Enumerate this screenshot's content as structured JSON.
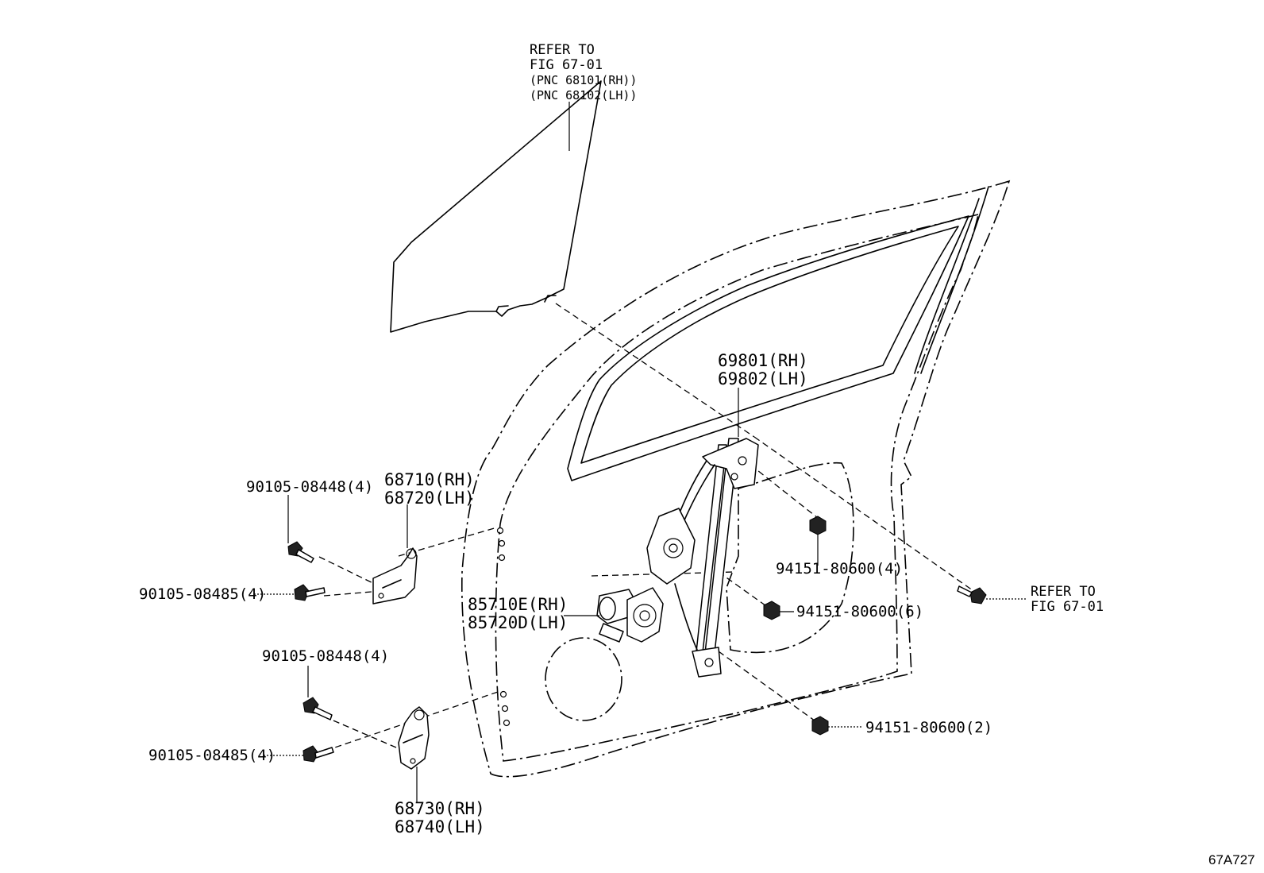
{
  "figure_id": "67A727",
  "callouts": {
    "glass_ref": {
      "line1": "REFER TO",
      "line2": "FIG 67-01",
      "line3": "(PNC 68101(RH))",
      "line4": "(PNC 68102(LH))"
    },
    "regulator": {
      "rh": "69801(RH)",
      "lh": "69802(LH)"
    },
    "upper_hinge": {
      "rh": "68710(RH)",
      "lh": "68720(LH)"
    },
    "lower_hinge": {
      "rh": "68730(RH)",
      "lh": "68740(LH)"
    },
    "motor": {
      "rh": "85710E(RH)",
      "lh": "85720D(LH)"
    },
    "bolt_upper_a": "90105-08448(4)",
    "bolt_upper_b": "90105-08485(4)",
    "bolt_lower_a": "90105-08448(4)",
    "bolt_lower_b": "90105-08485(4)",
    "nut_a": "94151-80600(4)",
    "nut_b": "94151-80600(6)",
    "nut_c": "94151-80600(2)",
    "bolt_ref": {
      "line1": "REFER TO",
      "line2": "FIG 67-01"
    }
  }
}
